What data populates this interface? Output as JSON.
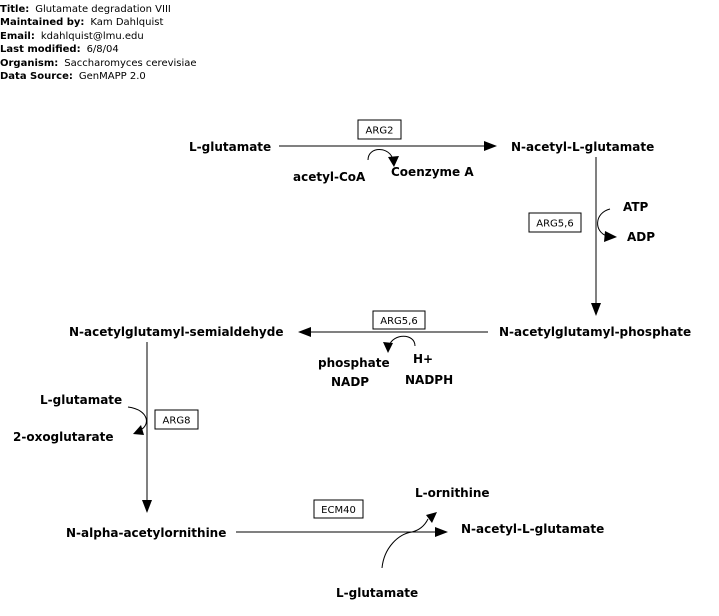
{
  "header": {
    "title_label": "Title:",
    "title": "Glutamate degradation VIII",
    "maintained_label": "Maintained by:",
    "maintained": "Kam Dahlquist",
    "email_label": "Email:",
    "email": "kdahlquist@lmu.edu",
    "modified_label": "Last modified:",
    "modified": "6/8/04",
    "organism_label": "Organism:",
    "organism": "Saccharomyces cerevisiae",
    "source_label": "Data Source:",
    "source": "GenMAPP 2.0"
  },
  "metabolites": {
    "l_glutamate_1": "L-glutamate",
    "n_acetyl_l_glutamate_1": "N-acetyl-L-glutamate",
    "acetyl_coa": "acetyl-CoA",
    "coenzyme_a": "Coenzyme A",
    "atp": "ATP",
    "adp": "ADP",
    "n_acetylglutamyl_phosphate": "N-acetylglutamyl-phosphate",
    "n_acetylglutamyl_semialdehyde": "N-acetylglutamyl-semialdehyde",
    "phosphate": "phosphate",
    "nadp": "NADP",
    "h_plus": "H+",
    "nadph": "NADPH",
    "l_glutamate_2": "L-glutamate",
    "oxoglutarate": "2-oxoglutarate",
    "n_alpha_acetylornithine": "N-alpha-acetylornithine",
    "l_ornithine": "L-ornithine",
    "n_acetyl_l_glutamate_2": "N-acetyl-L-glutamate",
    "l_glutamate_3": "L-glutamate"
  },
  "genes": {
    "arg2": "ARG2",
    "arg56_a": "ARG5,6",
    "arg56_b": "ARG5,6",
    "arg8": "ARG8",
    "ecm40": "ECM40"
  }
}
